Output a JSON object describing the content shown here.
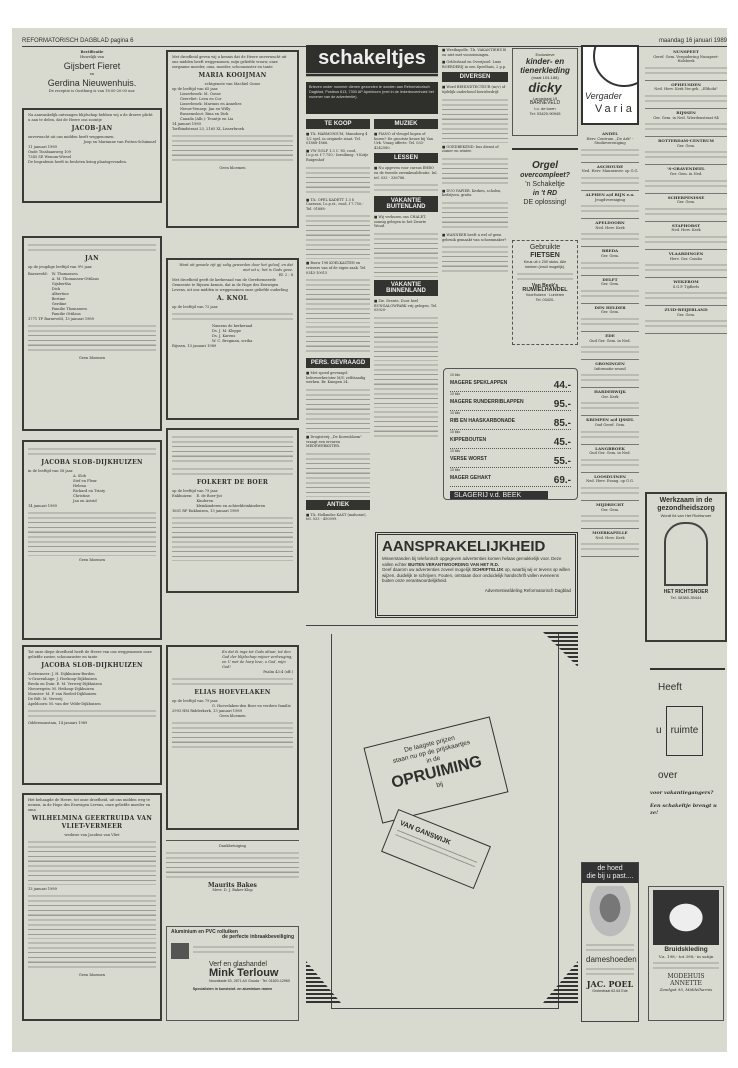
{
  "header": {
    "paper": "REFORMATORISCH DAGBLAD",
    "page": "pagina 6",
    "date": "maandag 16 januari 1989"
  },
  "col_a": {
    "fieret": {
      "title": "Rectificatie",
      "sub": "Huwelijk van",
      "groom": "Gijsbert Fieret",
      "and": "en",
      "bride": "Gerdina Nieuwenhuis.",
      "note": "De receptie is Oostburg is van 18.00-20.00 uur."
    },
    "jacob": {
      "intro": "Na aanvankelijk ontvangen blijdschap hebben wij u de droeve plicht u aan te delen, dat de Heere ons zoontje",
      "name": "JACOB-JAN",
      "line": "onverwacht uit ons midden heeft weggenomen.",
      "sign": "Joop en Marianne van Putten-Schimmel",
      "date": "11 januari 1989",
      "addr1": "Oude Tinsbaanweg 109",
      "addr2": "7345 SE Wenum-Wiesel",
      "burial": "De begrafenis heeft in besloten kring plaatsgevonden."
    },
    "jan": {
      "name": "JAN",
      "age": "op de jeugdige leeftijd van 9½ jaar.",
      "place": "Barneveld:",
      "family": [
        "W. Thomassen",
        "A. M. Thomassen-Ottilaus",
        "Gijsbertha",
        "Dick",
        "Albertine",
        "Bertine",
        "Gerdine",
        "Familie Thomassen",
        "Familie Ottilaus"
      ],
      "date": "3771 TP Barneveld, 13 januari 1989",
      "foot": "Geen bloemen"
    },
    "slob1": {
      "name": "JACOBA SLOB-DIJKHUIZEN",
      "age": "in de leeftijd van 58 jaar.",
      "family": [
        "A. Slob",
        "Stef en Fleur",
        "Helena",
        "Richard en Trinty",
        "Christine",
        "Jan en Astrid"
      ],
      "date": "14 januari 1989",
      "foot": "Geen bloemen"
    },
    "slob2": {
      "intro": "Tot onze diepe droefheid heeft de Heere van ons weggenomen onze geliefde zuster, schoonzuster en tante",
      "name": "JACOBA SLOB-DIJKHUIZEN",
      "family": [
        "Zoetermeer: J. H. Dijkhuizen-Borden",
        "'s-Gravenhage: J. Hoekoop-Dijkhuizen",
        "Breda en Duin: E. M. Verweij-Dijkhuizen",
        "Nieuwegein: M. Heikoop-Dijkhuizen",
        "Monster: M. P. van Roeled-Dijkhuizen",
        "De Bilt: M. Verweij",
        "Apeldoorn: M. van der Velde-Dijkhuizen"
      ],
      "date": "Oddermonstam, 14 januari 1989"
    },
    "vliet": {
      "intro": "Het behaagde de Heere, tot onze droefheid, uit ons midden weg te nemen, in de Hope des Eeuwigen Levens, onze geliefde moeder en oma",
      "name": "WILHELMINA GEERTRUIDA VAN VLIET-VERMEER",
      "sub": "weduwe van Jacobus van Vliet",
      "date": "13 januari 1989",
      "foot": "Geen bloemen"
    }
  },
  "col_b": {
    "kooijman": {
      "intro": "Met droefheid geven wij u kennis dat de Heere onverwacht uit ons midden heeft weggenomen, mijn geliefde vrouw, onze zorgzame moeder, oma, moeder, schoonzuster en tante",
      "name": "MARIA KOOIJMAN",
      "sub": "echtgenote van Machiel Oosse",
      "age": "op de leeftijd van 65 jaar.",
      "family": [
        "Lisserbroek: M. Oosse",
        "Geervliet: Leen en Cor",
        "Lisserbroek: Marinus en Annelies",
        "Nieuw-Vennep: Jan en Willy",
        "Bussemsloot: Rina en Dirk",
        "Canada (Alb.): Teuntje en Lia"
      ],
      "date": "14 januari 1989",
      "addr": "Torfbindstraat 23, 2165 XL Lisserbroek",
      "foot": "Geen bloemen"
    },
    "knol": {
      "quote": "Want uit genade zijt gij zalig geworden door het geloof, en dat niet uit u, het is Gods gave.",
      "ref": "Ef. 2 : 8",
      "intro": "Met droefheid geeft de kerkeraad van de Gereformeerde Gemeente te Rijssen kennis, dat in de Hope des Eeuwigen Levens, uit ons midden is weggenomen onze geliefde ouderling",
      "name": "A. KNOL",
      "age": "op de leeftijd van 72 jaar.",
      "sign": [
        "Namens de kerkeraad",
        "Ds. J. M. Kleppe",
        "Ds. J. Karens",
        "W. C. Bregman, scriba"
      ],
      "date": "Rijssen, 13 januari 1989"
    },
    "boer": {
      "name": "FOLKERT DE BOER",
      "age": "op de leeftijd van 79 jaar.",
      "place": "Enkhuizen:",
      "family": [
        "E. de Boer-Jut",
        "Kinderen",
        "kleinkinderen en achterkleinkinderen"
      ],
      "date": "1601 RP Enkhuizen, 13 januari 1989"
    },
    "hoevelaken": {
      "quote": "En dat ik inga tot Gods altaar, tot den God der blijdschap mijner verheuging; en U met de harp love, o God, mijn God!",
      "ref": "Psalm 43:4 (oﬀ.)",
      "name": "ELIAS HOEVELAKEN",
      "age": "op de leeftijd van 79 jaar.",
      "sign": "G. Hoevelaken-den Boer en verdere familie",
      "date": "2993 HM Ridderkerk, 13 januari 1989",
      "foot": "Geen bloemen"
    },
    "bakes": {
      "title": "Dankbetuiging",
      "name": "Maurits Bakes",
      "sign": "Mevr. D. J. Bakes-Klop"
    },
    "mink": {
      "title": "Aluminium en PVC rolluiken",
      "sub": "de perfecte inbraakbeveiliging",
      "brand1": "Verf en glashandel",
      "brand2": "Mink Terlouw",
      "addr": "Noordkade 53, 2871 AX Gouda · Tel. 01820-12960",
      "foot": "Specialisten in kunststof- en aluminium ramen"
    }
  },
  "schakeltjes": {
    "logo": "schakeltjes",
    "info": "Brieven onder nummer dienen gezonden te worden aan Reformatorisch Dagblad, Postbus 613, 7300 AP Apeldoorn (met in de linkerbovenhoek het nummer van de advertentie).",
    "sections": {
      "te_koop": "TE KOOP",
      "muziek": "MUZIEK",
      "lessen": "LESSEN",
      "vak_buiten": "VAKANTIE BUITENLAND",
      "vak_binnen": "VAKANTIE BINNENLAND",
      "pers": "PERS. GEVRAAGD",
      "antiek": "ANTIEK",
      "diversen": "DIVERSEN"
    },
    "items": {
      "koop1": "■ T.k. HARMONIUM, Mannborg 4 1/2 spel, in originele staat. Tel. 01888-1866.",
      "koop2": "■ VW GOLF 1.3 C '85, rood, l.o.p.st. f 7.750,- Inruilmog. 't Kotje Ruigenhof",
      "koop3": "■ T.k. OPEL KADETT 1.3 S Caravan, l.o.p.st., rood, f 7.750,- Tel. 01888-",
      "koop4": "■ Bouw 198 KOELKASTEN en vriezers van af de eigen zaak. Tel. 0343-10015",
      "muz1": "■ PIANO of vleugel kopen of huren? De grootste keuze bij Van Urk. Vraag offerte. Tel. 033-4242580.",
      "les1": "■ Nu opgeven voor cursus EHBO en de tweede zwemkwalificatie. Inl. tel. 033 - 336786.",
      "buiten1": "■ Wij verhuren ons CHALET, zonnig gelegen in het Zwarte Woud.",
      "binnen1": "■ Zie. Drente. Door heel BUNGALOWPARK vrij gelegen. Tel. 05920-",
      "pers1": "■ Met spoed gevraagd: lederwerker/ster M/V, zelfstandig werken. Br. Kampen 24.",
      "pers2": "■ Drogisterij ,,De Korenbloem\" vraagt een ervaren MEDEWERKSTER.",
      "antiek1": "■ T.k. Hollandse KAST (mahonie), tel. 033 - 450099.",
      "div0": "■ Westkapelle. T.k. VAKANTIEHUIS en niet met voorzieningen.",
      "div1": "■ Gelderland en Overijssel: Luxe BOERDERIJ in een Speelhuis, 2 p.p.",
      "div2": "■ Word BEHINDTECTEUR (m/v) of tijdelijk onderhoud bouwbedrijf.",
      "div3": "■ GOEDBEKEND: bus dienst of zomer en winter.",
      "div4": "■ DUO PAPIER. Kerken, scholen, bedrijven, gratis.",
      "div5": "■ WANNEER heeft u wel of geen gebruik gemaakt van schoenmaker?"
    }
  },
  "ads": {
    "kinder": {
      "l1": "Exclusieve",
      "l2": "kinder- en",
      "l3": "tienerkleding",
      "l4": "(maat 104-188)",
      "brand": "dicky",
      "addr": "Langstraat 19",
      "city": "BARNEVELD",
      "sub": "t.o. de toren",
      "tel": "Tel: 03420-90945"
    },
    "orgel": {
      "l1": "Orgel",
      "l2": "overcompleet?",
      "l3": "'n Schakeltje",
      "l4": "in 't RD",
      "l5": "DE oplossing!"
    },
    "fietsen": {
      "l1": "Gebruikte",
      "l2": "FIETSEN",
      "text": "Keus uit ± 200 stuks. Alle merken (inruil mogelijk).",
      "brand1": "Van Beek's",
      "brand2": "RIJWIELHANDEL",
      "addr": "Voorthuizen · Lunteren",
      "tel": "Tel. 03420-"
    },
    "slager": {
      "rows": [
        {
          "kilo": "10 kilo",
          "name": "MAGERE SPEKLAPPEN",
          "price": "44.-"
        },
        {
          "kilo": "10 kilo",
          "name": "MAGERE RUNDERRIBLAPPEN",
          "price": "95.-"
        },
        {
          "kilo": "10 kilo",
          "name": "RIB EN HAASKARBONADE",
          "price": "85.-"
        },
        {
          "kilo": "10 kilo",
          "name": "KIPPEBOUTEN",
          "price": "45.-"
        },
        {
          "kilo": "10 kilo",
          "name": "VERSE WORST",
          "price": "55.-"
        },
        {
          "kilo": "10 kilo",
          "name": "MAGER GEHAKT",
          "price": "69.-"
        }
      ],
      "brand": "SLAGERIJ v.d. BEEK",
      "city": "BARNEVELD"
    },
    "aansprakelijkheid": {
      "title": "AANSPRAKELIJKHEID",
      "p1": "Misverstanden bij telefonisch opgegeven advertenties komen helaas gemakkelijk voor. Deze vallen echter",
      "p1b": "BUITEN VERANTWOORDING VAN HET R.D.",
      "p2": "Geef daarom uw advertenties zoveel mogelijk",
      "p2b": "SCHRIFTELIJK",
      "p3": "op, waarbij wij er tevens op willen wijzen, duidelijk te schrijven. Fouten, ontstaan door onduidelijk handschrift vallen eveneens buiten onze verantwoordelijkheid.",
      "sign": "Advertentieafdeling Reformatorisch Dagblad"
    },
    "opruiming": {
      "l1": "De laagste prijzen",
      "l2": "staan nu op de prijskaartjes",
      "l3": "in de",
      "l4": "OPRUIMING",
      "l5": "bij",
      "brand": "VAN GANSWIJK"
    },
    "varia": {
      "l1": "Vergader",
      "l2": "Varia"
    },
    "werkzaam": {
      "l1": "Werkzaam in de gezondheidszorg",
      "text": "Wordt lid van Het Richtsnoer",
      "brand": "HET RICHTSNOER",
      "tel": "Tel. 08380-39444"
    },
    "ruimte": {
      "l1": "Heeft",
      "l2": "u",
      "l3": "ruimte",
      "l4": "over",
      "l5": "voor vakantiegangers?",
      "l6": "Een schakeltje brengt u ze!"
    },
    "hoed": {
      "l1": "de hoed",
      "l2": "die bij u past....",
      "brand": "dameshoeden",
      "shop": "JAC. POEL",
      "addr": "Grotestraat 62-64 Ede"
    },
    "bruid": {
      "title": "Bruidskleding",
      "text": "V.a. 198,- tot 398,- in satijn",
      "shop1": "MODEHUIS",
      "shop2": "ANNETTE",
      "addr": "Zandgat 95, Middelharnis"
    }
  },
  "col_e": [
    {
      "t": "ANDEL",
      "s": "Herv. Centrum ,,De Ark\" - Studievereniging"
    },
    {
      "t": "ASCHOUDE",
      "s": "Ned. Herv. Mannenver. op G.G."
    },
    {
      "t": "ALPHEN a/d RIJN e.o.",
      "s": "Jeugdvereniging"
    },
    {
      "t": "APELDOORN",
      "s": "Ned. Herv. Kerk"
    },
    {
      "t": "BREDA",
      "s": "Ger. Gem."
    },
    {
      "t": "DELFT",
      "s": "Ger. Gem."
    },
    {
      "t": "DEN HELDER",
      "s": "Ger. Gem."
    },
    {
      "t": "EDE",
      "s": "Oud Ger. Gem. in Ned."
    },
    {
      "t": "GRONINGEN",
      "s": "Informatie-avond"
    },
    {
      "t": "HARDERWIJK",
      "s": "Ger. Kerk"
    },
    {
      "t": "KRIMPEN a/d IJSSEL",
      "s": "Oud Geref. Gem."
    },
    {
      "t": "LANGBROEK",
      "s": "Oud Ger. Gem. in Ned."
    },
    {
      "t": "LOOSDUINEN",
      "s": "Ned. Herv. Evang. op G.G."
    },
    {
      "t": "MIJDRECHT",
      "s": "Ger. Gem."
    },
    {
      "t": "MOERKAPELLE",
      "s": "Ned. Herv. Kerk"
    }
  ],
  "col_f": [
    {
      "t": "NUNSPEET",
      "s": "Geref. Gem. Vergadering Nunspeet-Holsbeek"
    },
    {
      "t": "OPHEUSDEN",
      "s": "Ned. Herv. Kerk Ver.geb. ,,Elthobi\""
    },
    {
      "t": "RIJSSEN",
      "s": "Ger. Gem. in Ned. Wierdenstraat 84"
    },
    {
      "t": "ROTTERDAM-CENTRUM",
      "s": "Ger. Gem."
    },
    {
      "t": "'S-GRAVENDEEL",
      "s": "Ger. Gem. in Ned."
    },
    {
      "t": "SCHERPENISSE",
      "s": "Ger. Gem."
    },
    {
      "t": "STAPHORST",
      "s": "Ned. Herv. Kerk"
    },
    {
      "t": "VLAARDINGEN",
      "s": "Herv. Ger. Combo"
    },
    {
      "t": "WEKEROM",
      "s": "S.G.P. Tijdlerls"
    },
    {
      "t": "ZUID-BEIJERLAND",
      "s": "Ger. Gem."
    }
  ]
}
